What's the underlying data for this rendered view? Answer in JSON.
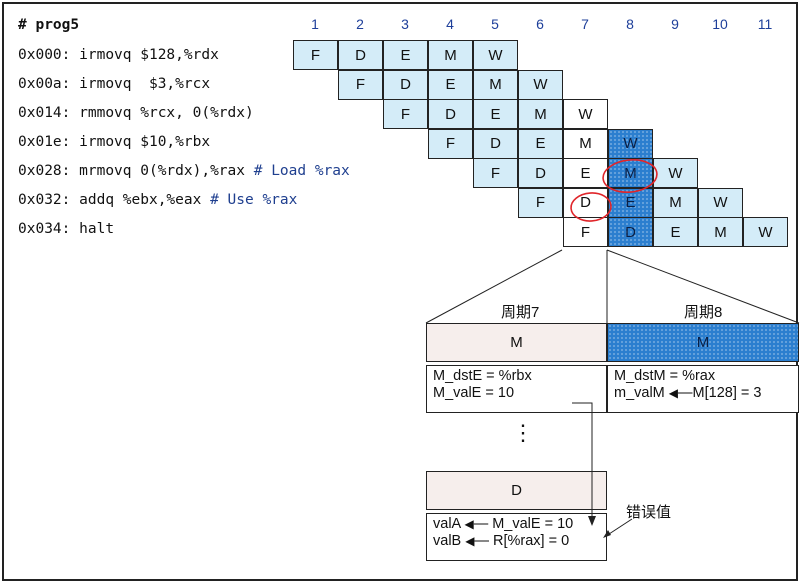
{
  "program": {
    "title": "# prog5",
    "lines": [
      {
        "addr": "0x000:",
        "instr": "irmovq $128,%rdx",
        "comment": ""
      },
      {
        "addr": "0x00a:",
        "instr": "irmovq  $3,%rcx",
        "comment": ""
      },
      {
        "addr": "0x014:",
        "instr": "rmmovq %rcx, 0(%rdx)",
        "comment": ""
      },
      {
        "addr": "0x01e:",
        "instr": "irmovq $10,%rbx",
        "comment": ""
      },
      {
        "addr": "0x028:",
        "instr": "mrmovq 0(%rdx),%rax",
        "comment": "# Load %rax"
      },
      {
        "addr": "0x032:",
        "instr": "addq %ebx,%eax",
        "comment": "# Use %rax"
      },
      {
        "addr": "0x034:",
        "instr": "halt",
        "comment": ""
      }
    ]
  },
  "cycles": [
    "1",
    "2",
    "3",
    "4",
    "5",
    "6",
    "7",
    "8",
    "9",
    "10",
    "11"
  ],
  "stages": [
    "F",
    "D",
    "E",
    "M",
    "W"
  ],
  "highlight": {
    "dark_color": "#2b7ecf",
    "light_color": "#d4ecf8",
    "circle_color": "#e0252a"
  },
  "detail": {
    "cycle7_label": "周期7",
    "cycle8_label": "周期8",
    "m7": {
      "title": "M",
      "line1": "M_dstE = %rbx",
      "line2": "M_valE = 10"
    },
    "m8": {
      "title": "M",
      "line1": "M_dstM = %rax",
      "line2": "m_valM",
      "line2b": "M[128] = 3"
    },
    "ellipsis": "⋮",
    "d7": {
      "title": "D",
      "line1a": "valA",
      "line1b": "M_valE = 10",
      "line2a": "valB",
      "line2b": "R[%rax] = 0"
    },
    "error_label": "错误值"
  }
}
